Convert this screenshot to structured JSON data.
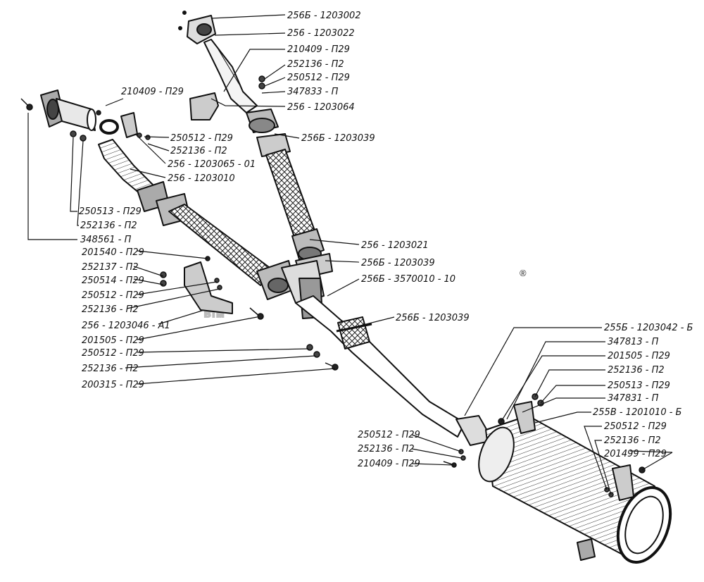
{
  "watermark": {
    "text": "BTM",
    "mark": "®"
  },
  "labels": {
    "p01": "256Б - 1203002",
    "p02": "256 - 1203022",
    "p03": "210409 - П29",
    "p04": "252136 - П2",
    "p05": "250512 - П29",
    "p06": "347833 - П",
    "p07": "256 - 1203064",
    "p08": "256Б - 1203039",
    "p09": "210409 - П29",
    "p10": "250512 - П29",
    "p11": "252136 - П2",
    "p12": "256 - 1203065 - 01",
    "p13": "256 - 1203010",
    "p14": "250513 - П29",
    "p15": "252136 - П2",
    "p16": "348561 - П",
    "p17": "201540 - П29",
    "p18": "252137 - П2",
    "p19": "250514 - П29",
    "p20": "250512 - П29",
    "p21": "252136 - П2",
    "p22": "256 - 1203046 - А1",
    "p23": "201505 - П29",
    "p24": "250512 - П29",
    "p25": "252136 - П2",
    "p26": "200315 - П29",
    "p27": "256 - 1203021",
    "p28": "256Б - 1203039",
    "p29": "256Б - 3570010 - 10",
    "p30": "256Б - 1203039",
    "p31": "255Б - 1203042 - Б",
    "p32": "347813 - П",
    "p33": "201505 - П29",
    "p34": "252136 - П2",
    "p35": "250513 - П29",
    "p36": "347831 - П",
    "p37": "255В - 1201010 - Б",
    "p38": "250512 - П29",
    "p39": "252136 - П2",
    "p40": "201499 - П29",
    "p41": "250512 - П29",
    "p42": "252136 - П2",
    "p43": "210409 - П29"
  }
}
